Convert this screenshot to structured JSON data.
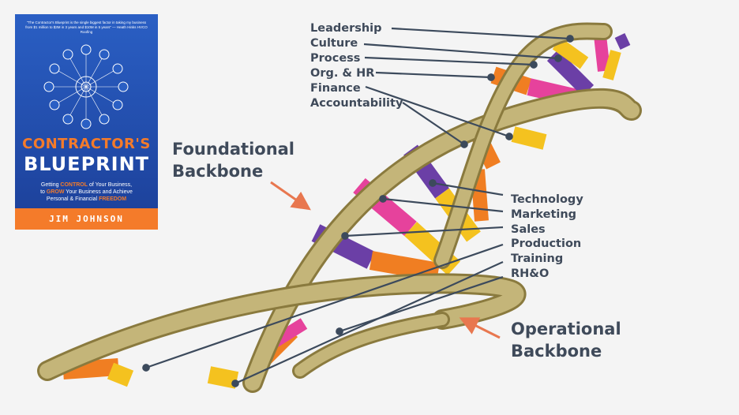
{
  "book": {
    "quote": "\"The Contractor's Blueprint is the single biggest factor in taking my business from $1 million to $3M in 3 years and $10M in 5 years\" — Heath Hinks HVCO Roofing",
    "title_line1": "CONTRACTOR'S",
    "title_line2": "BLUEPRINT",
    "sub1_pre": "Getting ",
    "sub1_hl": "CONTROL",
    "sub1_post": " of Your Business,",
    "sub2_pre": "to ",
    "sub2_hl": "GROW",
    "sub2_post": " Your Business and Achieve",
    "sub3_pre": "Personal & Financial ",
    "sub3_hl": "FREEDOM",
    "author": "JIM JOHNSON"
  },
  "foundational_labels": [
    "Leadership",
    "Culture",
    "Process",
    "Org. & HR",
    "Finance",
    "Accountability"
  ],
  "operational_labels": [
    "Technology",
    "Marketing",
    "Sales",
    "Production",
    "Training",
    "RH&O"
  ],
  "foundational_backbone": {
    "line1": "Foundational",
    "line2": "Backbone"
  },
  "operational_backbone": {
    "line1": "Operational",
    "line2": "Backbone"
  },
  "colors": {
    "text": "#3f4a5a",
    "leader_line": "#3c4a5c",
    "arrow": "#e8774f",
    "backbone": "#c4b579",
    "backbone_dark": "#8a7a3e",
    "rung_orange": "#f07e22",
    "rung_yellow": "#f4c21f",
    "rung_purple": "#6b3fa6",
    "rung_pink": "#e6429c"
  }
}
